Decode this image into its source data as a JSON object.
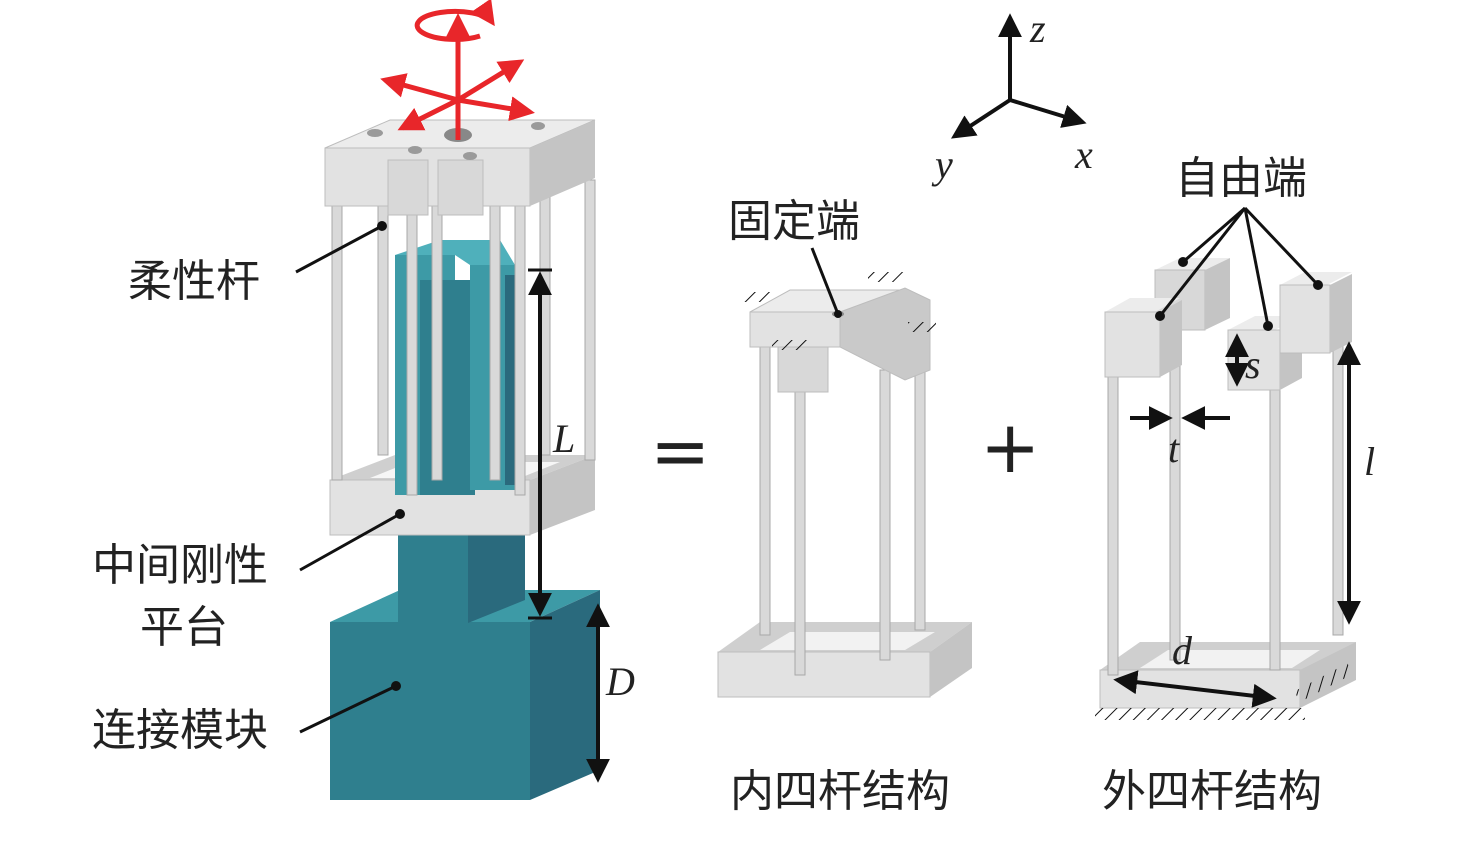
{
  "labels": {
    "flexible_rod": "柔性杆",
    "middle_platform_line1": "中间刚性",
    "middle_platform_line2": "平台",
    "connection_module": "连接模块",
    "fixed_end": "固定端",
    "free_end": "自由端",
    "inner_structure": "内四杆结构",
    "outer_structure": "外四杆结构"
  },
  "operators": {
    "equals": "=",
    "plus": "+"
  },
  "dimensions": {
    "L": "L",
    "D": "D",
    "s": "s",
    "t": "t",
    "l": "l",
    "d": "d"
  },
  "axes": {
    "x": "x",
    "y": "y",
    "z": "z"
  },
  "colors": {
    "metal_light": "#e6e6e6",
    "metal_mid": "#cfcfcf",
    "metal_dark": "#b3b3b3",
    "teal_light": "#3d9aa6",
    "teal_mid": "#2f7f8e",
    "teal_dark": "#2a6a7d",
    "motion_red": "#e8262a",
    "ink": "#111111"
  }
}
